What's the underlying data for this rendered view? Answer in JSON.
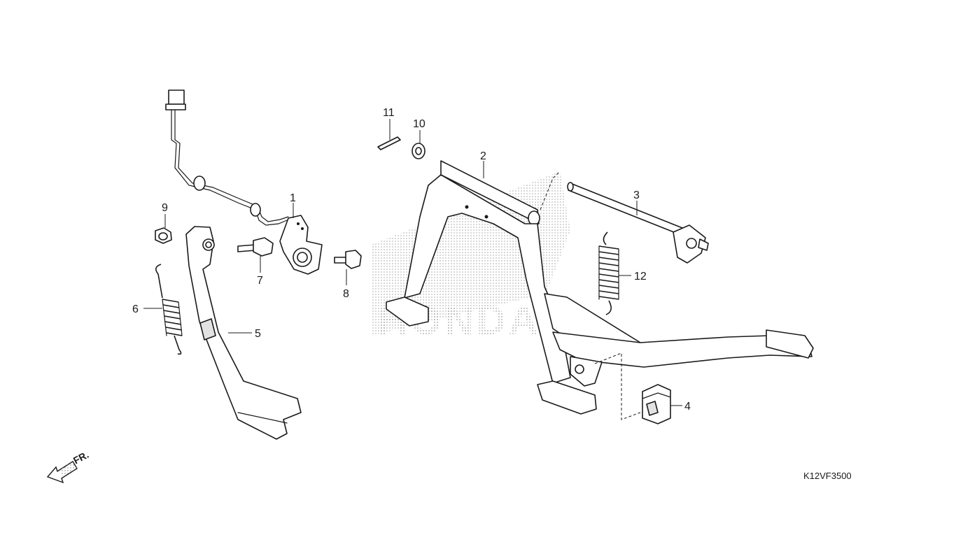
{
  "diagram": {
    "callouts": [
      {
        "id": "1",
        "label": "1"
      },
      {
        "id": "2",
        "label": "2"
      },
      {
        "id": "3",
        "label": "3"
      },
      {
        "id": "4",
        "label": "4"
      },
      {
        "id": "5",
        "label": "5"
      },
      {
        "id": "6",
        "label": "6"
      },
      {
        "id": "7",
        "label": "7"
      },
      {
        "id": "8",
        "label": "8"
      },
      {
        "id": "9",
        "label": "9"
      },
      {
        "id": "10",
        "label": "10"
      },
      {
        "id": "11",
        "label": "11"
      },
      {
        "id": "12",
        "label": "12"
      }
    ],
    "direction_label": "FR.",
    "diagram_code": "K12VF3500",
    "watermark_text": "HONDA",
    "colors": {
      "line": "#1a1a1a",
      "background": "#ffffff",
      "watermark": "#8a8a8a"
    }
  }
}
